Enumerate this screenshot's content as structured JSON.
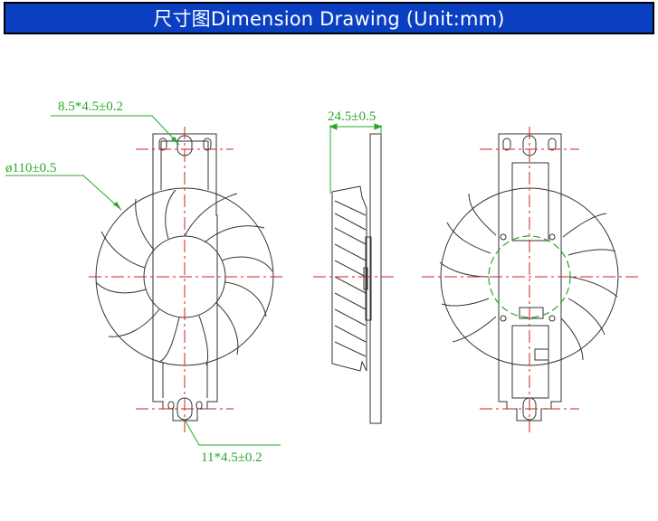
{
  "header": {
    "title": "尺寸图Dimension Drawing (Unit:mm)",
    "background": "#0a3fc2",
    "text_color": "#ffffff"
  },
  "dimensions": {
    "top_slot": "8.5*4.5±0.2",
    "diameter": "ø110±0.5",
    "thickness": "24.5±0.5",
    "bottom_slot": "11*4.5±0.2"
  },
  "colors": {
    "outline": "#333333",
    "centerline": "#cc2222",
    "dimension": "#2aa82a"
  }
}
